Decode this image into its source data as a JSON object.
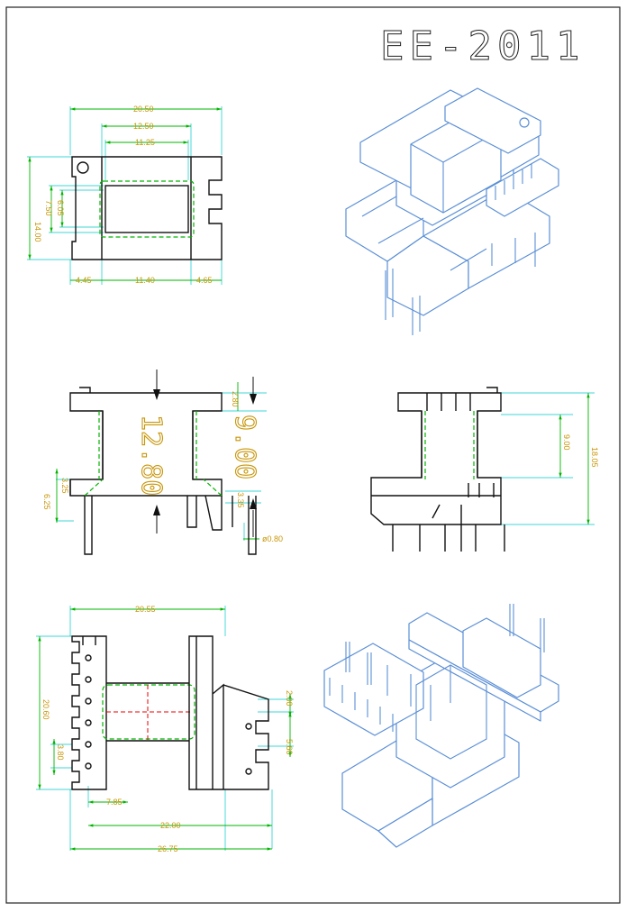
{
  "title": "EE-2011",
  "top_view": {
    "dims": [
      "20.50",
      "12.50",
      "11.25",
      "14.00",
      "7.50",
      "6.05",
      "4.45",
      "11.40",
      "4.65"
    ]
  },
  "front_view": {
    "dims": [
      "2.80",
      "3.25",
      "6.25",
      "3.35",
      "ø0.80"
    ],
    "big_dims": [
      "12.80",
      "9.00"
    ]
  },
  "side_view": {
    "dims": [
      "9.00",
      "18.05"
    ]
  },
  "bottom_view": {
    "dims": [
      "20.55",
      "20.60",
      "3.80",
      "2.00",
      "5.60",
      "7.85",
      "22.00",
      "26.75"
    ]
  },
  "colors": {
    "outline": "#111111",
    "dimension_line": "#00b400",
    "extension_line": "#00c8c8",
    "dimension_text": "#c8960a",
    "center_line": "#ee0000",
    "iso_view": "#5b8fd6"
  }
}
